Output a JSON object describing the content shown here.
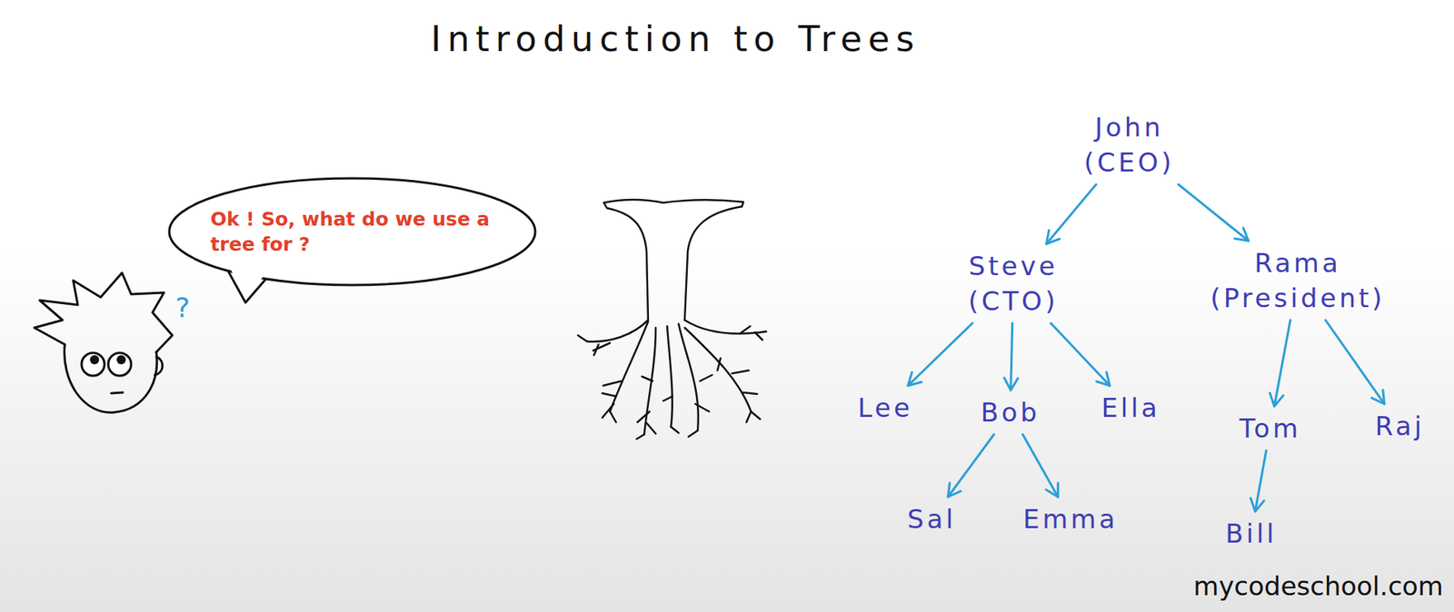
{
  "diagram": {
    "title": "Introduction to Trees",
    "nodes": [
      {
        "text": [
          "Ok ! So, what do we use a tree for ?"
        ]
      },
      {
        "text": [
          "John",
          "(CEO)"
        ]
      },
      {
        "text": [
          "Steve",
          "(CTO)"
        ]
      },
      {
        "text": [
          "Rama",
          "(President)"
        ]
      },
      {
        "text": [
          "Lee"
        ]
      },
      {
        "text": [
          "Bob"
        ]
      },
      {
        "text": [
          "Ella"
        ]
      },
      {
        "text": [
          "Tom"
        ]
      },
      {
        "text": [
          "Raj"
        ]
      },
      {
        "text": [
          "Sal"
        ]
      },
      {
        "text": [
          "Emma"
        ]
      },
      {
        "text": [
          "Bill"
        ]
      }
    ],
    "edges": [
      {
        "from": 1,
        "to": 2,
        "arrow": "to"
      },
      {
        "from": 1,
        "to": 3,
        "arrow": "to"
      },
      {
        "from": 2,
        "to": 4,
        "arrow": "to"
      },
      {
        "from": 2,
        "to": 5,
        "arrow": "to"
      },
      {
        "from": 2,
        "to": 6,
        "arrow": "to"
      },
      {
        "from": 3,
        "to": 7,
        "arrow": "to"
      },
      {
        "from": 3,
        "to": 8,
        "arrow": "to"
      },
      {
        "from": 5,
        "to": 9,
        "arrow": "to"
      },
      {
        "from": 5,
        "to": 10,
        "arrow": "to"
      },
      {
        "from": 7,
        "to": 11,
        "arrow": "to"
      }
    ],
    "labels": [
      "?",
      "mycodeschool.com"
    ]
  }
}
